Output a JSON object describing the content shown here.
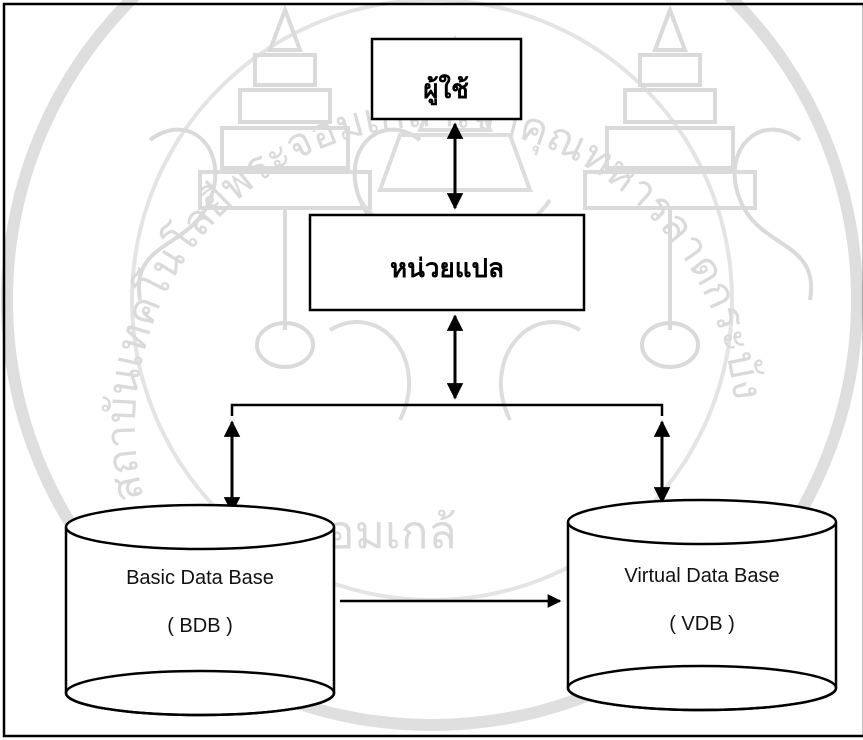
{
  "watermark": {
    "arc_text": "สถาบันเทคโนโลยีพระจอมเกล้าเจ้าคุณทหารลาดกระบัง",
    "arc_text_bottom": "จอมเกล้"
  },
  "diagram": {
    "user_box": {
      "label": "ผู้ใช้"
    },
    "translator_box": {
      "label": "หน่วยแปล"
    },
    "basic_db": {
      "name": "Basic Data Base",
      "abbr": "( BDB )"
    },
    "virtual_db": {
      "name": "Virtual Data Base",
      "abbr": "( VDB )"
    }
  }
}
